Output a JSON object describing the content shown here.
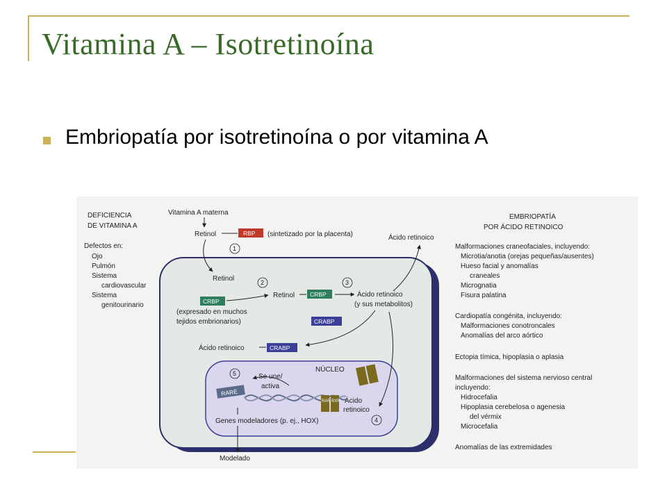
{
  "slide": {
    "title": "Vitamina A – Isotretinoína",
    "bullet": "Embriopatía por isotretinoína o por vitamina A"
  },
  "colors": {
    "title": "#3a6a2a",
    "accent": "#c9b35a",
    "cell_border": "#2c2f6b",
    "rbp": "#c0392b",
    "crbp": "#2e7d5b",
    "crabp": "#3b3f9a",
    "rar_rxr": "#7a6a1e"
  },
  "figure": {
    "left_panel": {
      "heading_1": "DEFICIENCIA",
      "heading_2": "DE VITAMINA A",
      "defects_intro": "Defectos en:",
      "defects": [
        "Ojo",
        "Pulmón",
        "Sistema",
        "cardiovascular",
        "Sistema",
        "genitourinario"
      ]
    },
    "pathway": {
      "maternal_vitamin": "Vitamina A materna",
      "retinol_top": "Retinol",
      "rbp": "RBP",
      "rbp_note": "(sintetizado por la placenta)",
      "retinoic_acid_out": "Ácido retinoico",
      "retinol_inside": "Retinol",
      "crbp": "CRBP",
      "crbp_note_1": "(expresado en muchos",
      "crbp_note_2": "tejidos embrionarios)",
      "retinol_mid": "Retinol",
      "crbp_mid": "CRBP",
      "retinoic_acid_mid_1": "Ácido retinoico",
      "retinoic_acid_mid_2": "(y sus metabolitos)",
      "crabp": "CRABP",
      "retinoic_acid_low": "Ácido retinoico",
      "crabp_low": "CRABP",
      "nucleus": "NÚCLEO",
      "binds_1": "Se une/",
      "binds_2": "activa",
      "rare": "RARE",
      "rar": "RAR",
      "rxr": "RXR",
      "nuc_acid_1": "Ácido",
      "nuc_acid_2": "retinoico",
      "genes": "Genes modeladores (p. ej., HOX)",
      "modeling": "Modelado",
      "steps": [
        "1",
        "2",
        "3",
        "4",
        "5"
      ]
    },
    "right_panel": {
      "heading_1": "EMBRIOPATÍA",
      "heading_2": "POR ÁCIDO RETINOICO",
      "lines": [
        "Malformaciones craneofaciales, incluyendo:",
        "Microtia/anotia (orejas pequeñas/ausentes)",
        "Hueso facial y anomalías",
        "craneales",
        "Micrognatia",
        "Fisura palatina",
        "Cardiopatía congénita, incluyendo:",
        "Malformaciones conotroncales",
        "Anomalías del arco aórtico",
        "Ectopia tímica, hipoplasia o aplasia",
        "Malformaciones del sistema nervioso central",
        "incluyendo:",
        "Hidrocefalia",
        "Hipoplasia cerebelosa o agenesia",
        "del vérmix",
        "Microcefalia",
        "Anomalías de las extremidades"
      ]
    }
  }
}
